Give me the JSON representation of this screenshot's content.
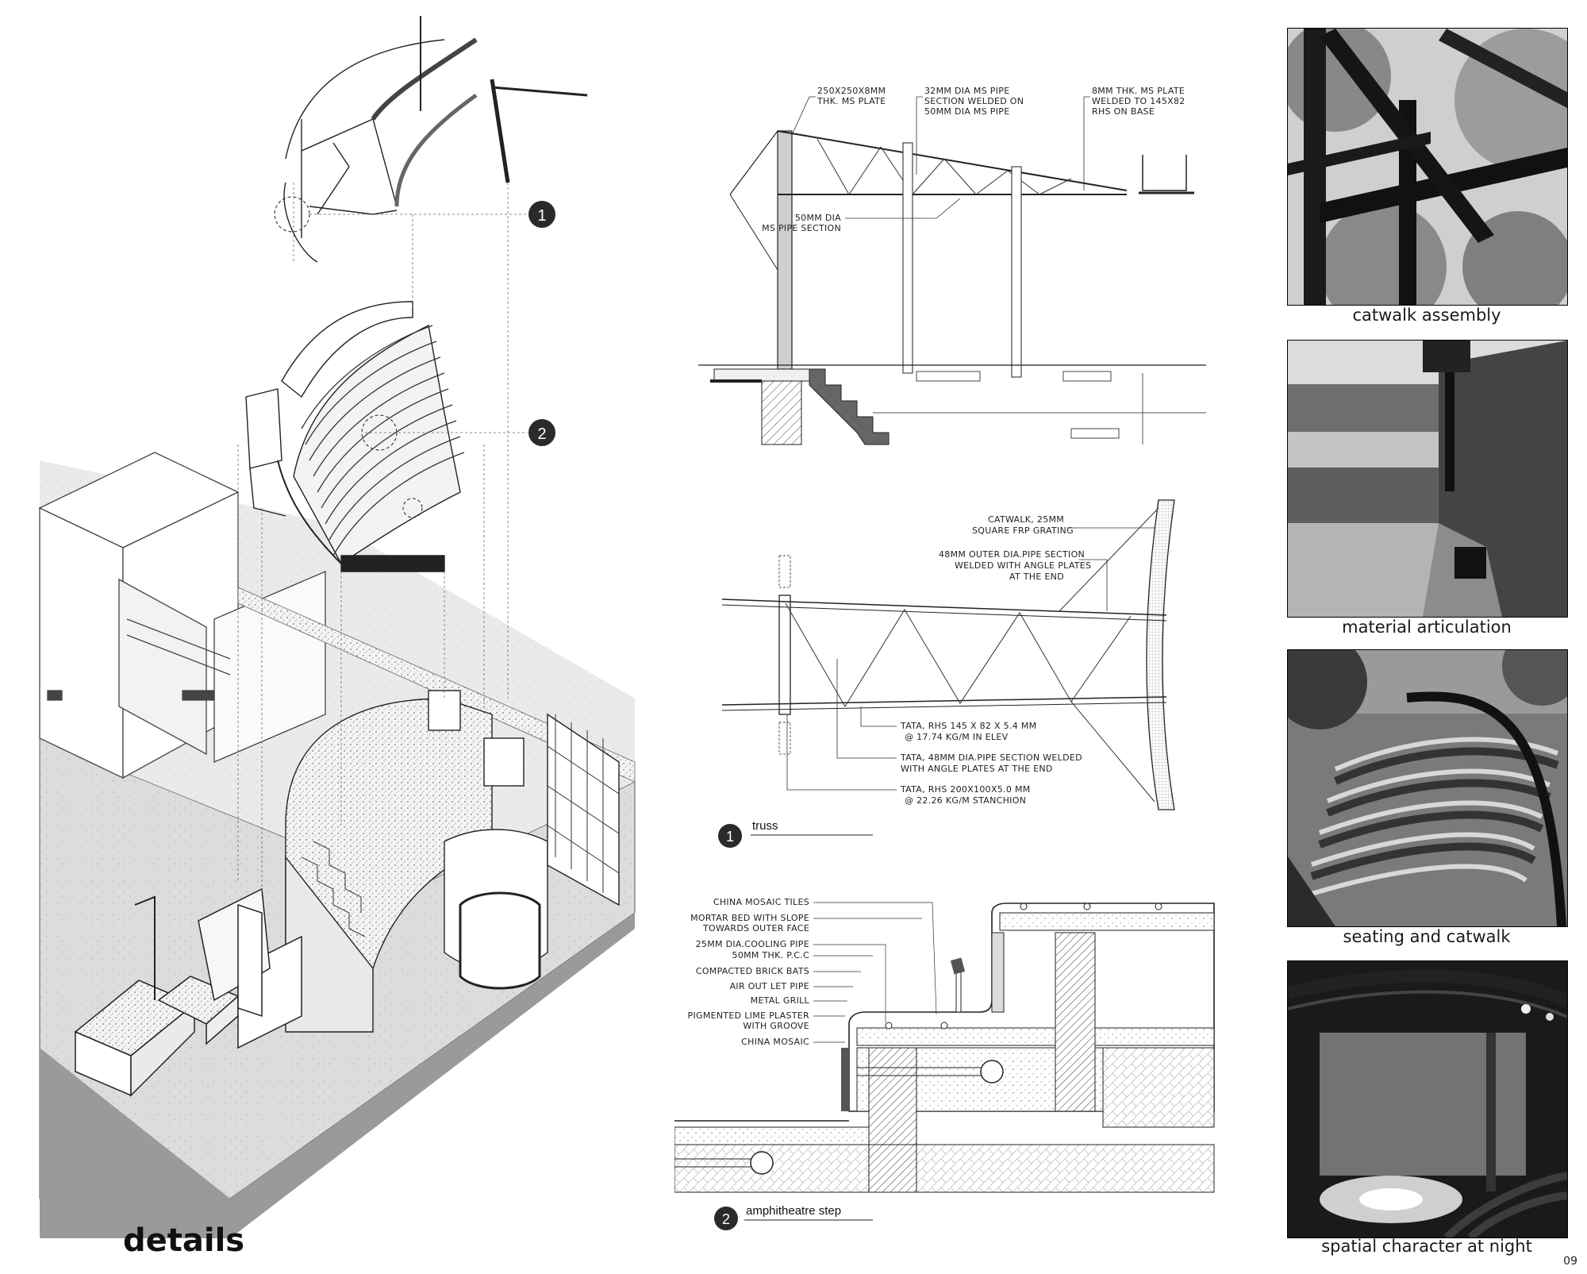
{
  "page_title": "details",
  "page_number": "09",
  "markers": {
    "one": "1",
    "two": "2"
  },
  "truss_section": {
    "callouts": {
      "plate": [
        "250X250X8MM",
        "THK. MS PLATE"
      ],
      "pipe32": [
        "32MM DIA MS PIPE",
        "SECTION WELDED ON",
        "50MM DIA MS PIPE"
      ],
      "plate8": [
        "8MM THK. MS PLATE",
        "WELDED TO 145X82",
        "RHS ON BASE"
      ],
      "pipe50": [
        "50MM DIA",
        "MS PIPE SECTION"
      ]
    }
  },
  "truss_plan": {
    "callouts": {
      "catwalk": [
        "CATWALK, 25MM",
        "SQUARE FRP GRATING"
      ],
      "outer_pipe": [
        "48MM OUTER DIA.PIPE SECTION",
        "WELDED WITH ANGLE PLATES",
        "AT THE END"
      ],
      "rhs145": [
        "TATA, RHS 145 X 82 X 5.4 MM",
        "@ 17.74 KG/M IN ELEV"
      ],
      "pipe48": [
        "TATA, 48MM DIA.PIPE SECTION WELDED",
        "WITH ANGLE PLATES AT THE END"
      ],
      "rhs200": [
        "TATA, RHS 200X100X5.0 MM",
        "@ 22.26 KG/M STANCHION"
      ]
    },
    "label": "truss"
  },
  "step_detail": {
    "callouts": [
      [
        "CHINA MOSAIC TILES"
      ],
      [
        "MORTAR BED WITH SLOPE",
        "TOWARDS OUTER FACE"
      ],
      [
        "25MM DIA.COOLING PIPE"
      ],
      [
        "50MM THK. P.C.C"
      ],
      [
        "COMPACTED BRICK BATS"
      ],
      [
        "AIR OUT LET PIPE"
      ],
      [
        "METAL GRILL"
      ],
      [
        "PIGMENTED LIME PLASTER",
        "WITH GROOVE"
      ],
      [
        "CHINA MOSAIC"
      ]
    ],
    "label": "amphitheatre step"
  },
  "photos": [
    {
      "caption": "catwalk assembly"
    },
    {
      "caption": "material articulation"
    },
    {
      "caption": "seating and catwalk"
    },
    {
      "caption": "spatial character at night"
    }
  ]
}
